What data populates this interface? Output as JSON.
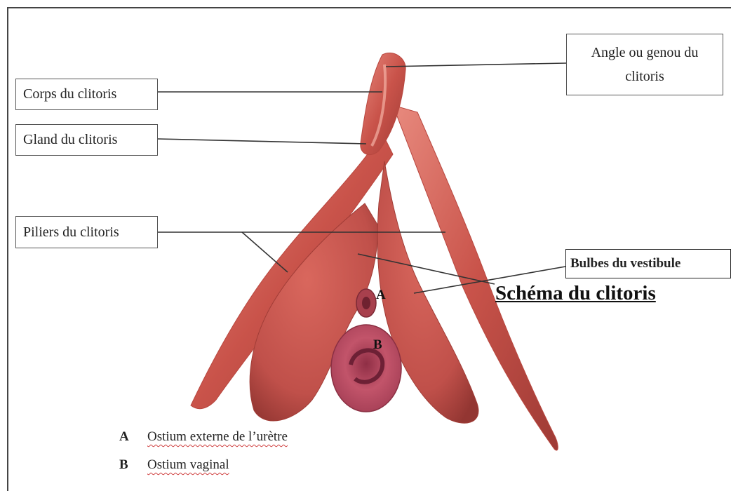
{
  "labels": {
    "angle": "Angle ou genou du clitoris",
    "corps": "Corps du clitoris",
    "gland": "Gland du clitoris",
    "piliers": "Piliers du clitoris",
    "bulbes": "Bulbes du vestibule"
  },
  "title": "Schéma du clitoris",
  "markers": {
    "a": "A",
    "b": "B"
  },
  "legend": [
    {
      "key": "A",
      "text": "Ostium externe de l’urètre"
    },
    {
      "key": "B",
      "text": "Ostium vaginal"
    }
  ],
  "colors": {
    "tissue": "#c9534a",
    "tissue_dark": "#9e3a35",
    "tissue_light": "#ec8e80",
    "vaginal": "#c2546a",
    "leader": "#333333"
  }
}
